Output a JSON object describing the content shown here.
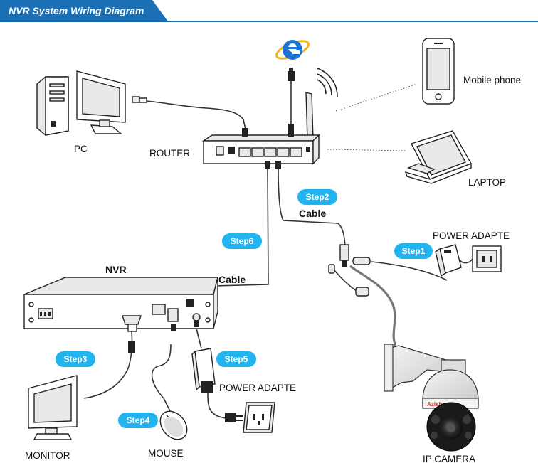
{
  "title": "NVR System Wiring Diagram",
  "labels": {
    "pc": "PC",
    "router": "ROUTER",
    "mobile_phone": "Mobile phone",
    "laptop": "LAPTOP",
    "nvr": "NVR",
    "cable_nvr": "Cable",
    "cable_camera": "Cable",
    "power_adapter_camera": "POWER ADAPTE",
    "power_adapter_nvr": "POWER ADAPTE",
    "monitor": "MONITOR",
    "mouse": "MOUSE",
    "ip_camera": "IP CAMERA",
    "camera_brand": "Azishn"
  },
  "steps": {
    "step1": "Step1",
    "step2": "Step2",
    "step3": "Step3",
    "step4": "Step4",
    "step5": "Step5",
    "step6": "Step6"
  },
  "icons": {
    "internet": "internet-explorer-icon",
    "wifi": "wifi-signal-icon"
  },
  "colors": {
    "title_bar": "#1a6fb5",
    "step_badge": "#22b4ee",
    "ie_blue": "#1e73d2"
  }
}
